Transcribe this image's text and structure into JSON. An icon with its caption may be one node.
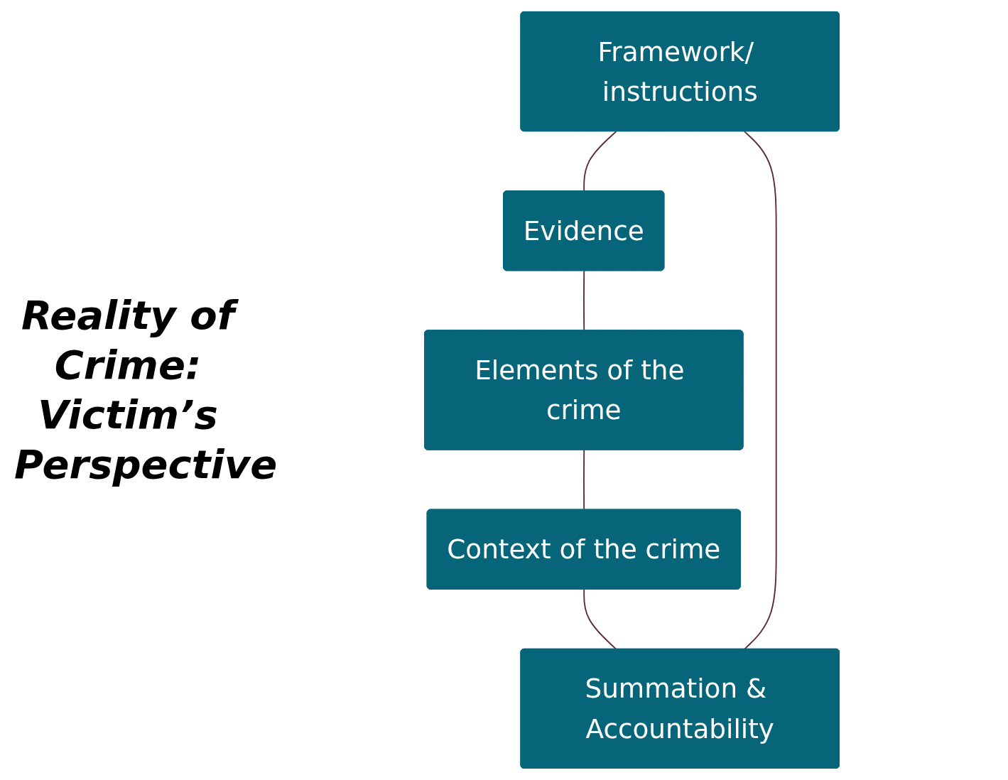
{
  "diagram": {
    "nodes": [
      {
        "text": [
          "Framework/ instructions"
        ]
      },
      {
        "text": [
          "Summation & Accountability"
        ]
      },
      {
        "text": [
          "Evidence"
        ]
      },
      {
        "text": [
          "Context of the crime"
        ]
      },
      {
        "text": [
          "Elements of the crime"
        ]
      }
    ],
    "edges": [
      {
        "from": 0,
        "to": 2,
        "arrow": "none"
      },
      {
        "from": 2,
        "to": 4,
        "arrow": "none"
      },
      {
        "from": 4,
        "to": 3,
        "arrow": "none"
      },
      {
        "from": 3,
        "to": 1,
        "arrow": "none"
      },
      {
        "from": 1,
        "to": 0,
        "arrow": "none"
      }
    ],
    "labels": [
      "Reality of Crime: Victim’s Perspective"
    ]
  }
}
